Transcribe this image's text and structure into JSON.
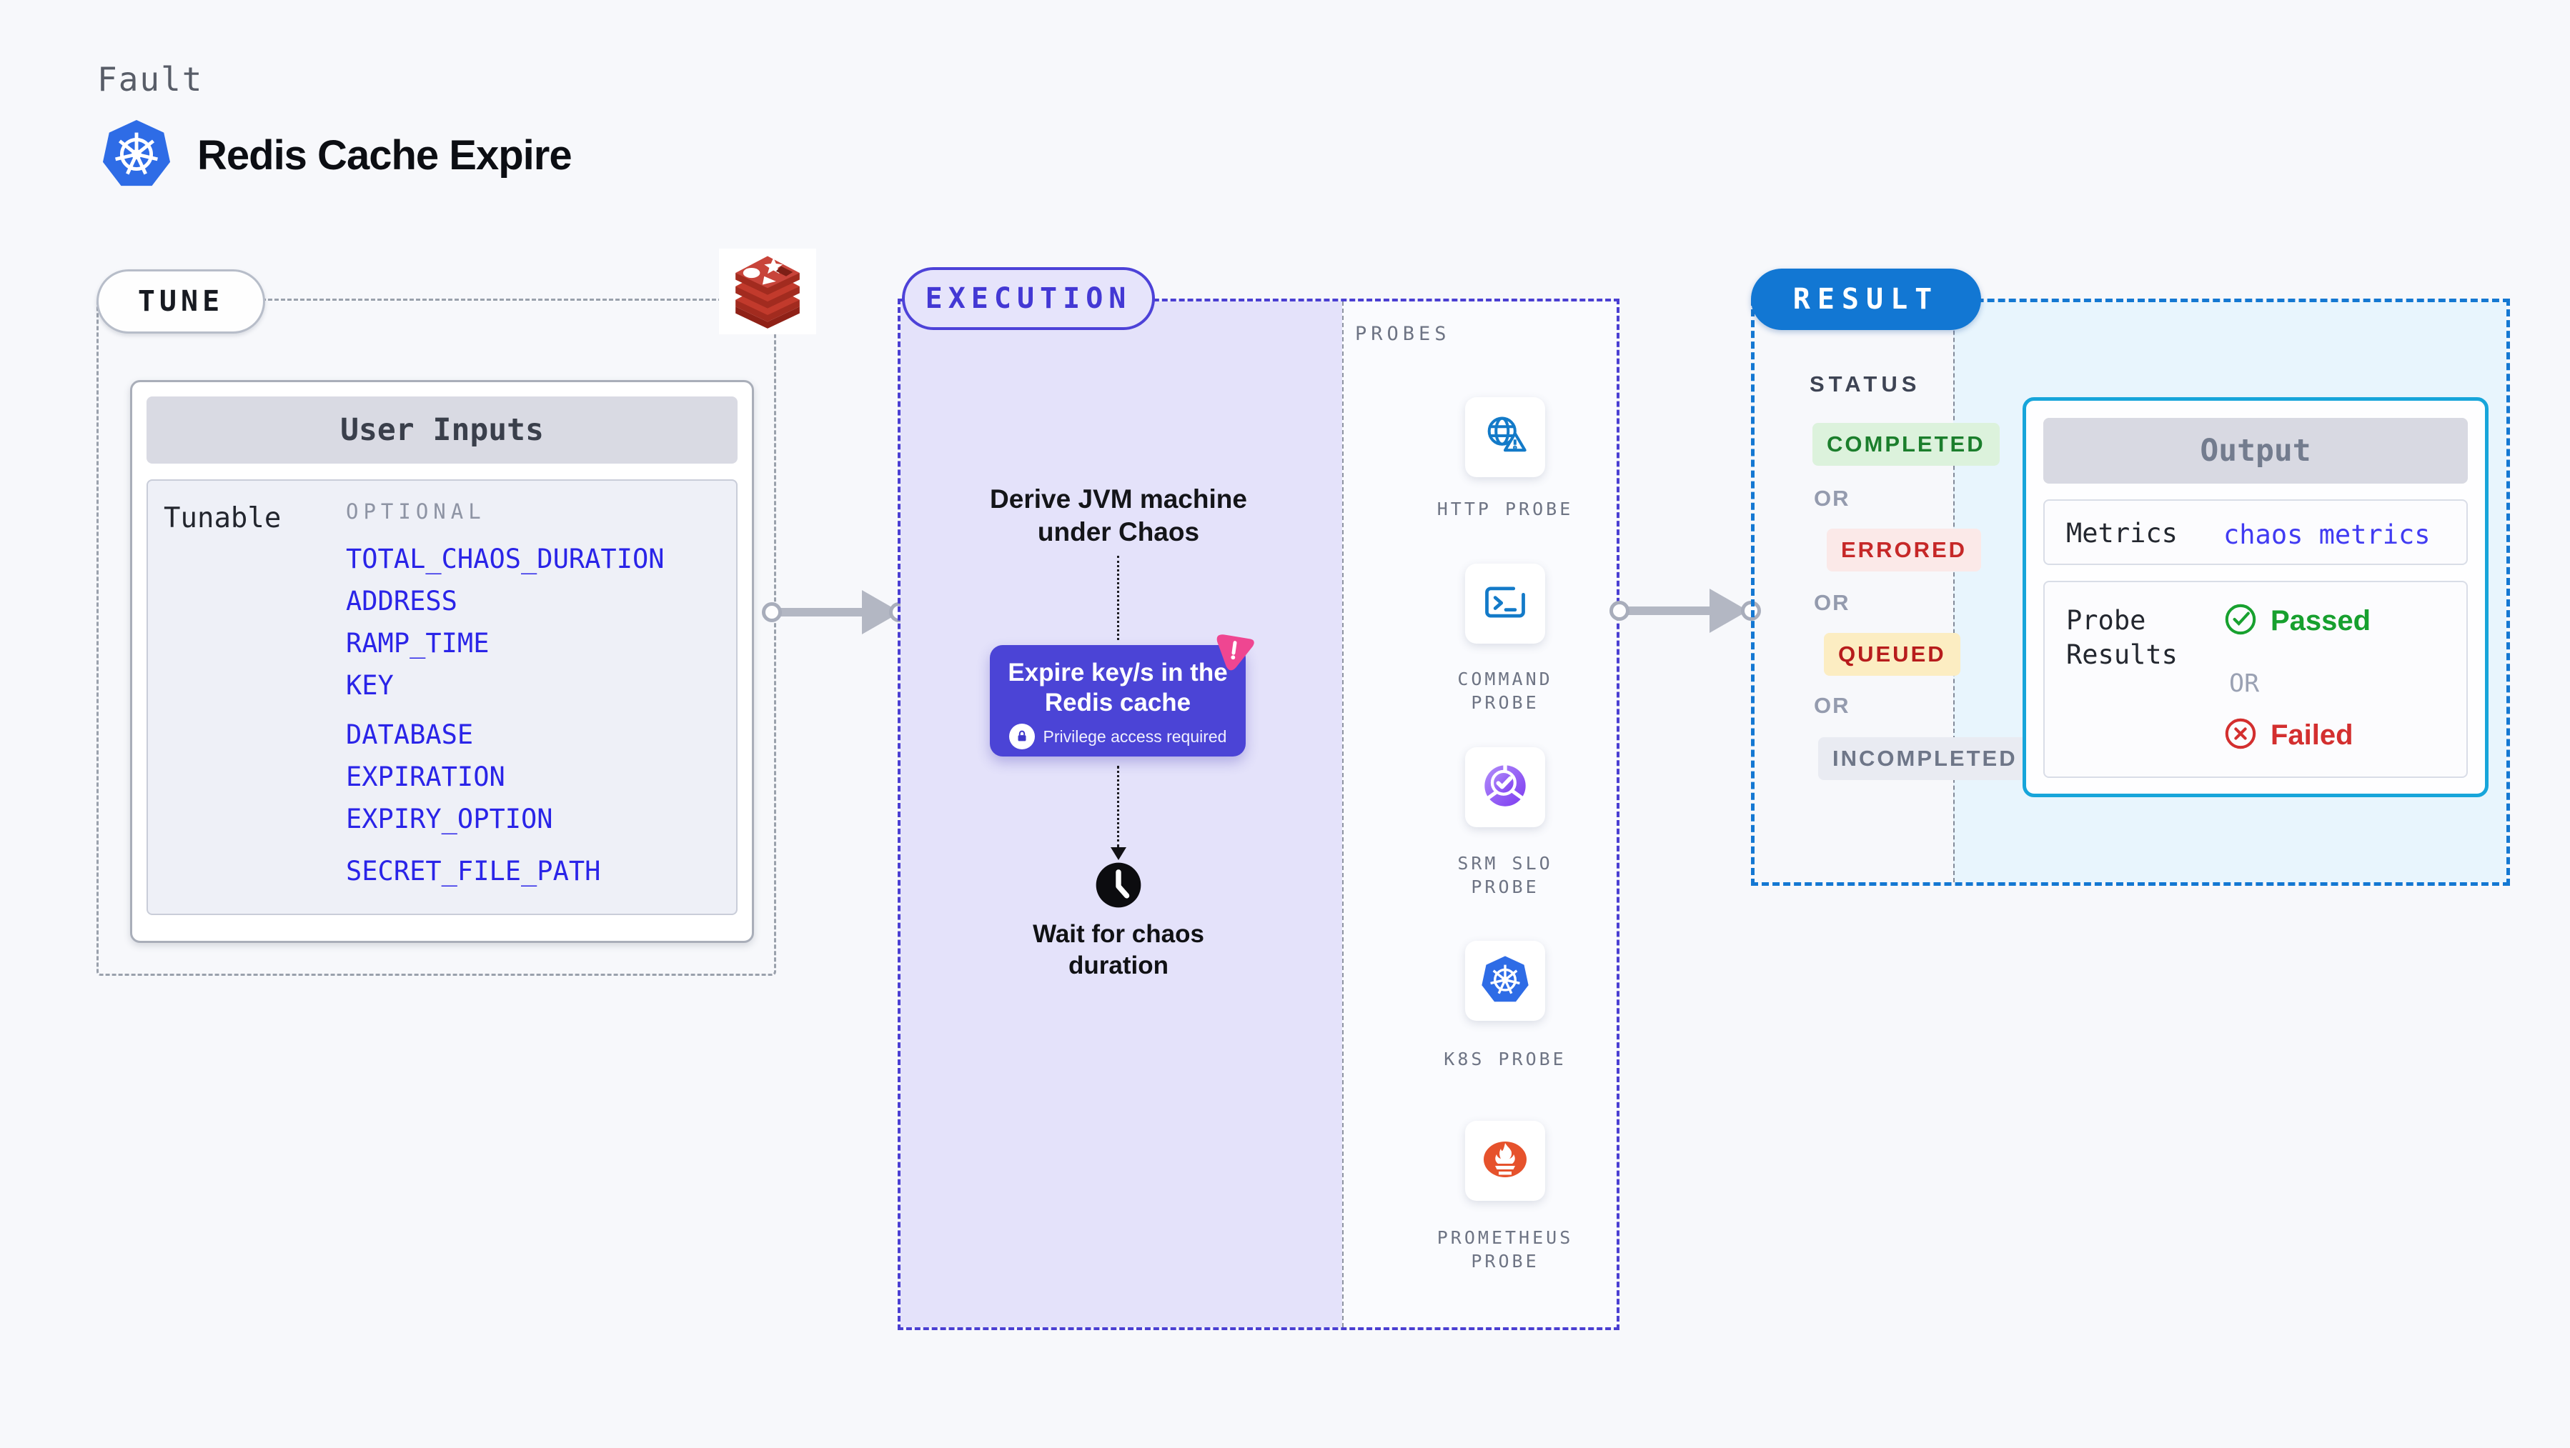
{
  "header": {
    "eyebrow": "Fault",
    "title": "Redis Cache Expire"
  },
  "tune": {
    "badge": "TUNE",
    "user_inputs": {
      "title": "User Inputs",
      "row_label": "Tunable",
      "group_label": "OPTIONAL",
      "params": [
        "TOTAL_CHAOS_DURATION",
        "ADDRESS",
        "RAMP_TIME",
        "KEY",
        "DATABASE",
        "EXPIRATION",
        "EXPIRY_OPTION",
        "SECRET_FILE_PATH"
      ]
    }
  },
  "execution": {
    "badge": "EXECUTION",
    "derive_step": {
      "line1": "Derive JVM machine",
      "line2": "under Chaos"
    },
    "action_step": {
      "line1": "Expire key/s in the",
      "line2": "Redis cache",
      "note": "Privilege access required"
    },
    "wait_step": {
      "line1": "Wait for chaos",
      "line2": "duration"
    }
  },
  "probes": {
    "label": "PROBES",
    "items": [
      {
        "icon": "http-probe-icon",
        "line1": "HTTP PROBE",
        "line2": ""
      },
      {
        "icon": "command-probe-icon",
        "line1": "COMMAND",
        "line2": "PROBE"
      },
      {
        "icon": "srm-slo-probe-icon",
        "line1": "SRM SLO",
        "line2": "PROBE"
      },
      {
        "icon": "k8s-probe-icon",
        "line1": "K8S PROBE",
        "line2": ""
      },
      {
        "icon": "prometheus-probe-icon",
        "line1": "PROMETHEUS",
        "line2": "PROBE"
      }
    ]
  },
  "result": {
    "badge": "RESULT",
    "status_label": "STATUS",
    "or_label": "OR",
    "statuses": [
      {
        "label": "COMPLETED",
        "text_color": "#1b7e2c",
        "bg_color": "#dcf2dc"
      },
      {
        "label": "ERRORED",
        "text_color": "#c62828",
        "bg_color": "#fbe9e8"
      },
      {
        "label": "QUEUED",
        "text_color": "#b71c1c",
        "bg_color": "#fcedc2"
      },
      {
        "label": "INCOMPLETED",
        "text_color": "#6e7688",
        "bg_color": "#e9ebf2"
      }
    ],
    "output": {
      "title": "Output",
      "metrics_label": "Metrics",
      "metrics_value": "chaos metrics",
      "probe_results_line1": "Probe",
      "probe_results_line2": "Results",
      "passed": "Passed",
      "or_label": "OR",
      "failed": "Failed"
    }
  },
  "colors": {
    "page_bg": "#f7f8fb",
    "tune_dash": "#9aa1ac",
    "execution_dash": "#4a3fd2",
    "execution_fill": "#e4e2fa",
    "result_dash": "#1478d2",
    "result_fill": "#e8f5fd",
    "param_link": "#2a24e8",
    "action_box": "#4b44d6",
    "probe_icon_blue": "#137ac8",
    "kubernetes_blue": "#2e6ce6",
    "prometheus_orange": "#e6522c",
    "srm_purple": "#7c3af0",
    "redis_red": "#c23a2c",
    "passed_green": "#17a02e",
    "failed_red": "#d32f2f",
    "output_border": "#17a5da"
  }
}
